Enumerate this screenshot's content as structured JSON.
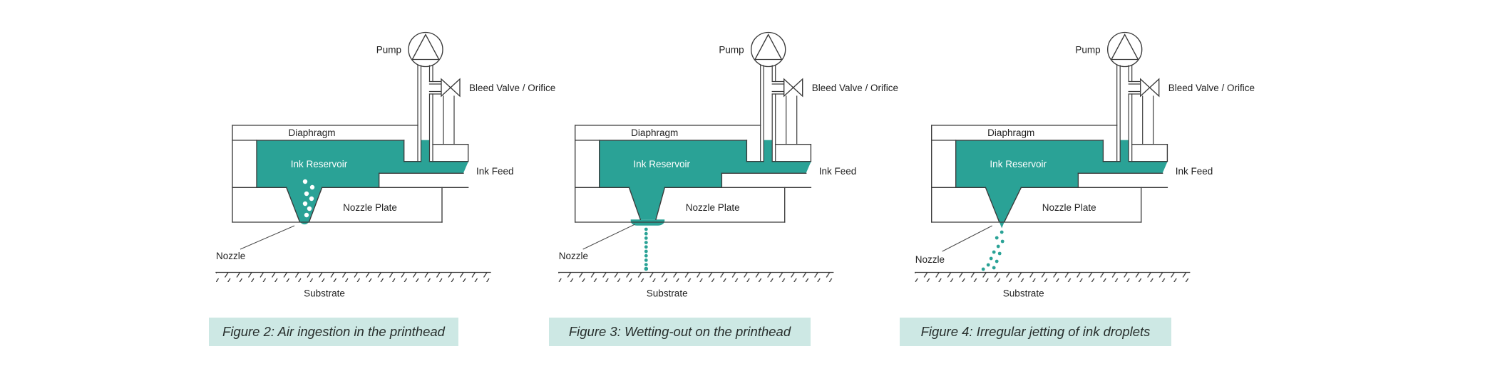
{
  "colors": {
    "ink": "#2aa296",
    "caption-bg": "#cde8e4",
    "outline": "#3a3a3a",
    "text": "#1f1f1f"
  },
  "figures": [
    {
      "id": "figure-2",
      "variant": "air-ingestion",
      "caption": "Figure 2: Air ingestion in the printhead",
      "labels": {
        "pump": "Pump",
        "bleed_valve": "Bleed Valve / Orifice",
        "diaphragm": "Diaphragm",
        "ink_reservoir": "Ink Reservoir",
        "ink_feed": "Ink Feed",
        "nozzle_plate": "Nozzle Plate",
        "nozzle": "Nozzle",
        "substrate": "Substrate"
      }
    },
    {
      "id": "figure-3",
      "variant": "wetting-out",
      "caption": "Figure 3: Wetting-out on the printhead",
      "labels": {
        "pump": "Pump",
        "bleed_valve": "Bleed Valve / Orifice",
        "diaphragm": "Diaphragm",
        "ink_reservoir": "Ink Reservoir",
        "ink_feed": "Ink Feed",
        "nozzle_plate": "Nozzle Plate",
        "nozzle": "Nozzle",
        "substrate": "Substrate"
      }
    },
    {
      "id": "figure-4",
      "variant": "irregular-jetting",
      "caption": "Figure 4: Irregular jetting of ink droplets",
      "labels": {
        "pump": "Pump",
        "bleed_valve": "Bleed Valve / Orifice",
        "diaphragm": "Diaphragm",
        "ink_reservoir": "Ink Reservoir",
        "ink_feed": "Ink Feed",
        "nozzle_plate": "Nozzle Plate",
        "nozzle": "Nozzle",
        "substrate": "Substrate"
      }
    }
  ]
}
